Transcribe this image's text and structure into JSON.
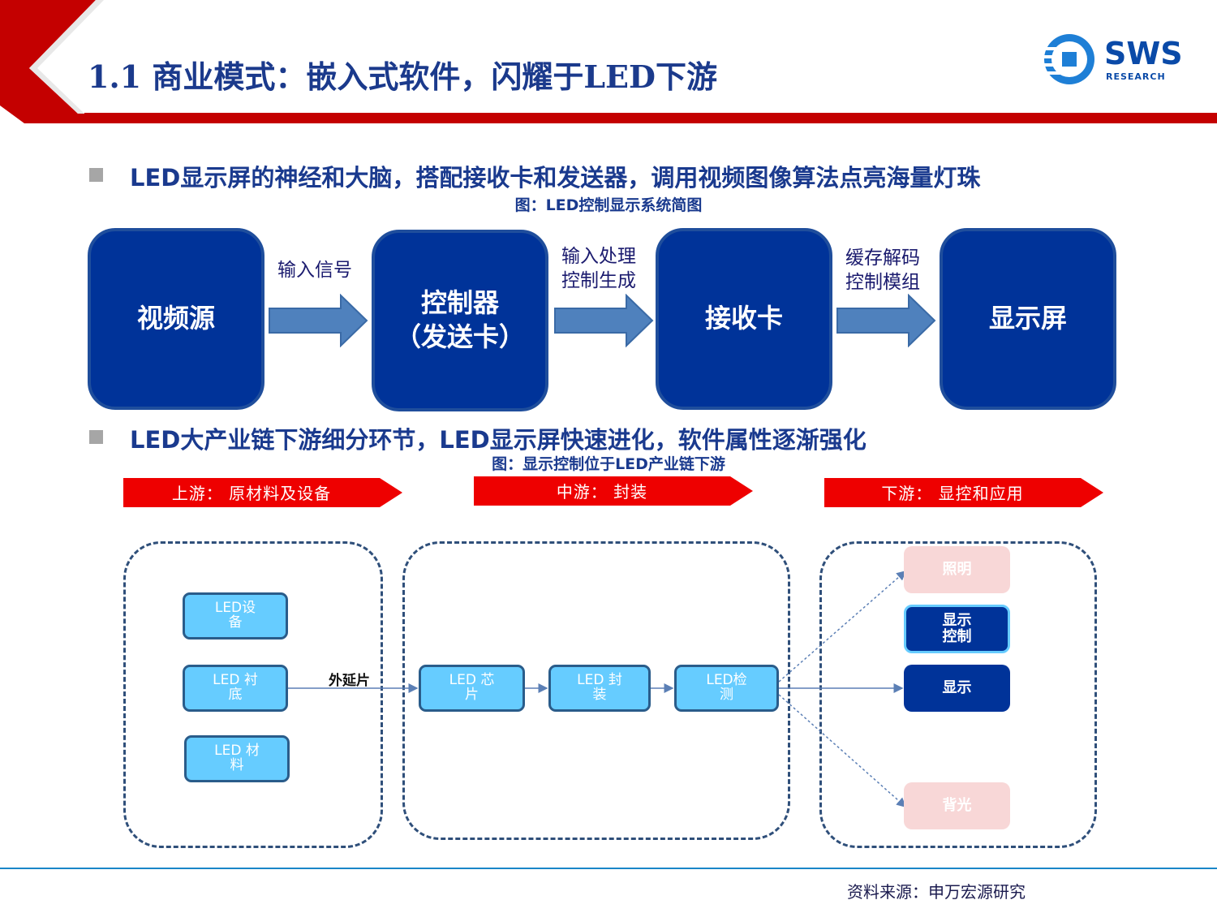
{
  "header": {
    "title": "1.1 商业模式：嵌入式软件，闪耀于LED下游",
    "logo": {
      "name": "SWS",
      "sub": "RESEARCH"
    },
    "colors": {
      "red": "#c40000",
      "navy": "#1b3a8c"
    }
  },
  "section1": {
    "bullet": "LED显示屏的神经和大脑，搭配接收卡和发送器，调用视频图像算法点亮海量灯珠",
    "caption": "图：LED控制显示系统简图",
    "boxes": [
      {
        "line1": "视频源",
        "line2": ""
      },
      {
        "line1": "控制器",
        "line2": "（发送卡）"
      },
      {
        "line1": "接收卡",
        "line2": ""
      },
      {
        "line1": "显示屏",
        "line2": ""
      }
    ],
    "arrows": [
      {
        "line1": "输入信号",
        "line2": ""
      },
      {
        "line1": "输入处理",
        "line2": "控制生成"
      },
      {
        "line1": "缓存解码",
        "line2": "控制模组"
      }
    ]
  },
  "section2": {
    "bullet": "LED大产业链下游细分环节，LED显示屏快速进化，软件属性逐渐强化",
    "caption": "图：显示控制位于LED产业链下游",
    "stages": [
      {
        "label": "上游：  原材料及设备"
      },
      {
        "label": "中游：  封装"
      },
      {
        "label": "下游：  显控和应用"
      }
    ],
    "upstream": [
      {
        "line1": "LED设",
        "line2": "备"
      },
      {
        "line1": "LED 衬",
        "line2": "底"
      },
      {
        "line1": "LED 材",
        "line2": "料"
      }
    ],
    "epitaxy_label": "外延片",
    "midstream": [
      {
        "line1": "LED 芯",
        "line2": "片"
      },
      {
        "line1": "LED 封",
        "line2": "装"
      },
      {
        "line1": "LED检",
        "line2": "测"
      }
    ],
    "downstream": {
      "lighting": "照明",
      "control_line1": "显示",
      "control_line2": "控制",
      "display": "显示",
      "backlight": "背光"
    }
  },
  "footer": {
    "source": "资料来源：申万宏源研究"
  }
}
